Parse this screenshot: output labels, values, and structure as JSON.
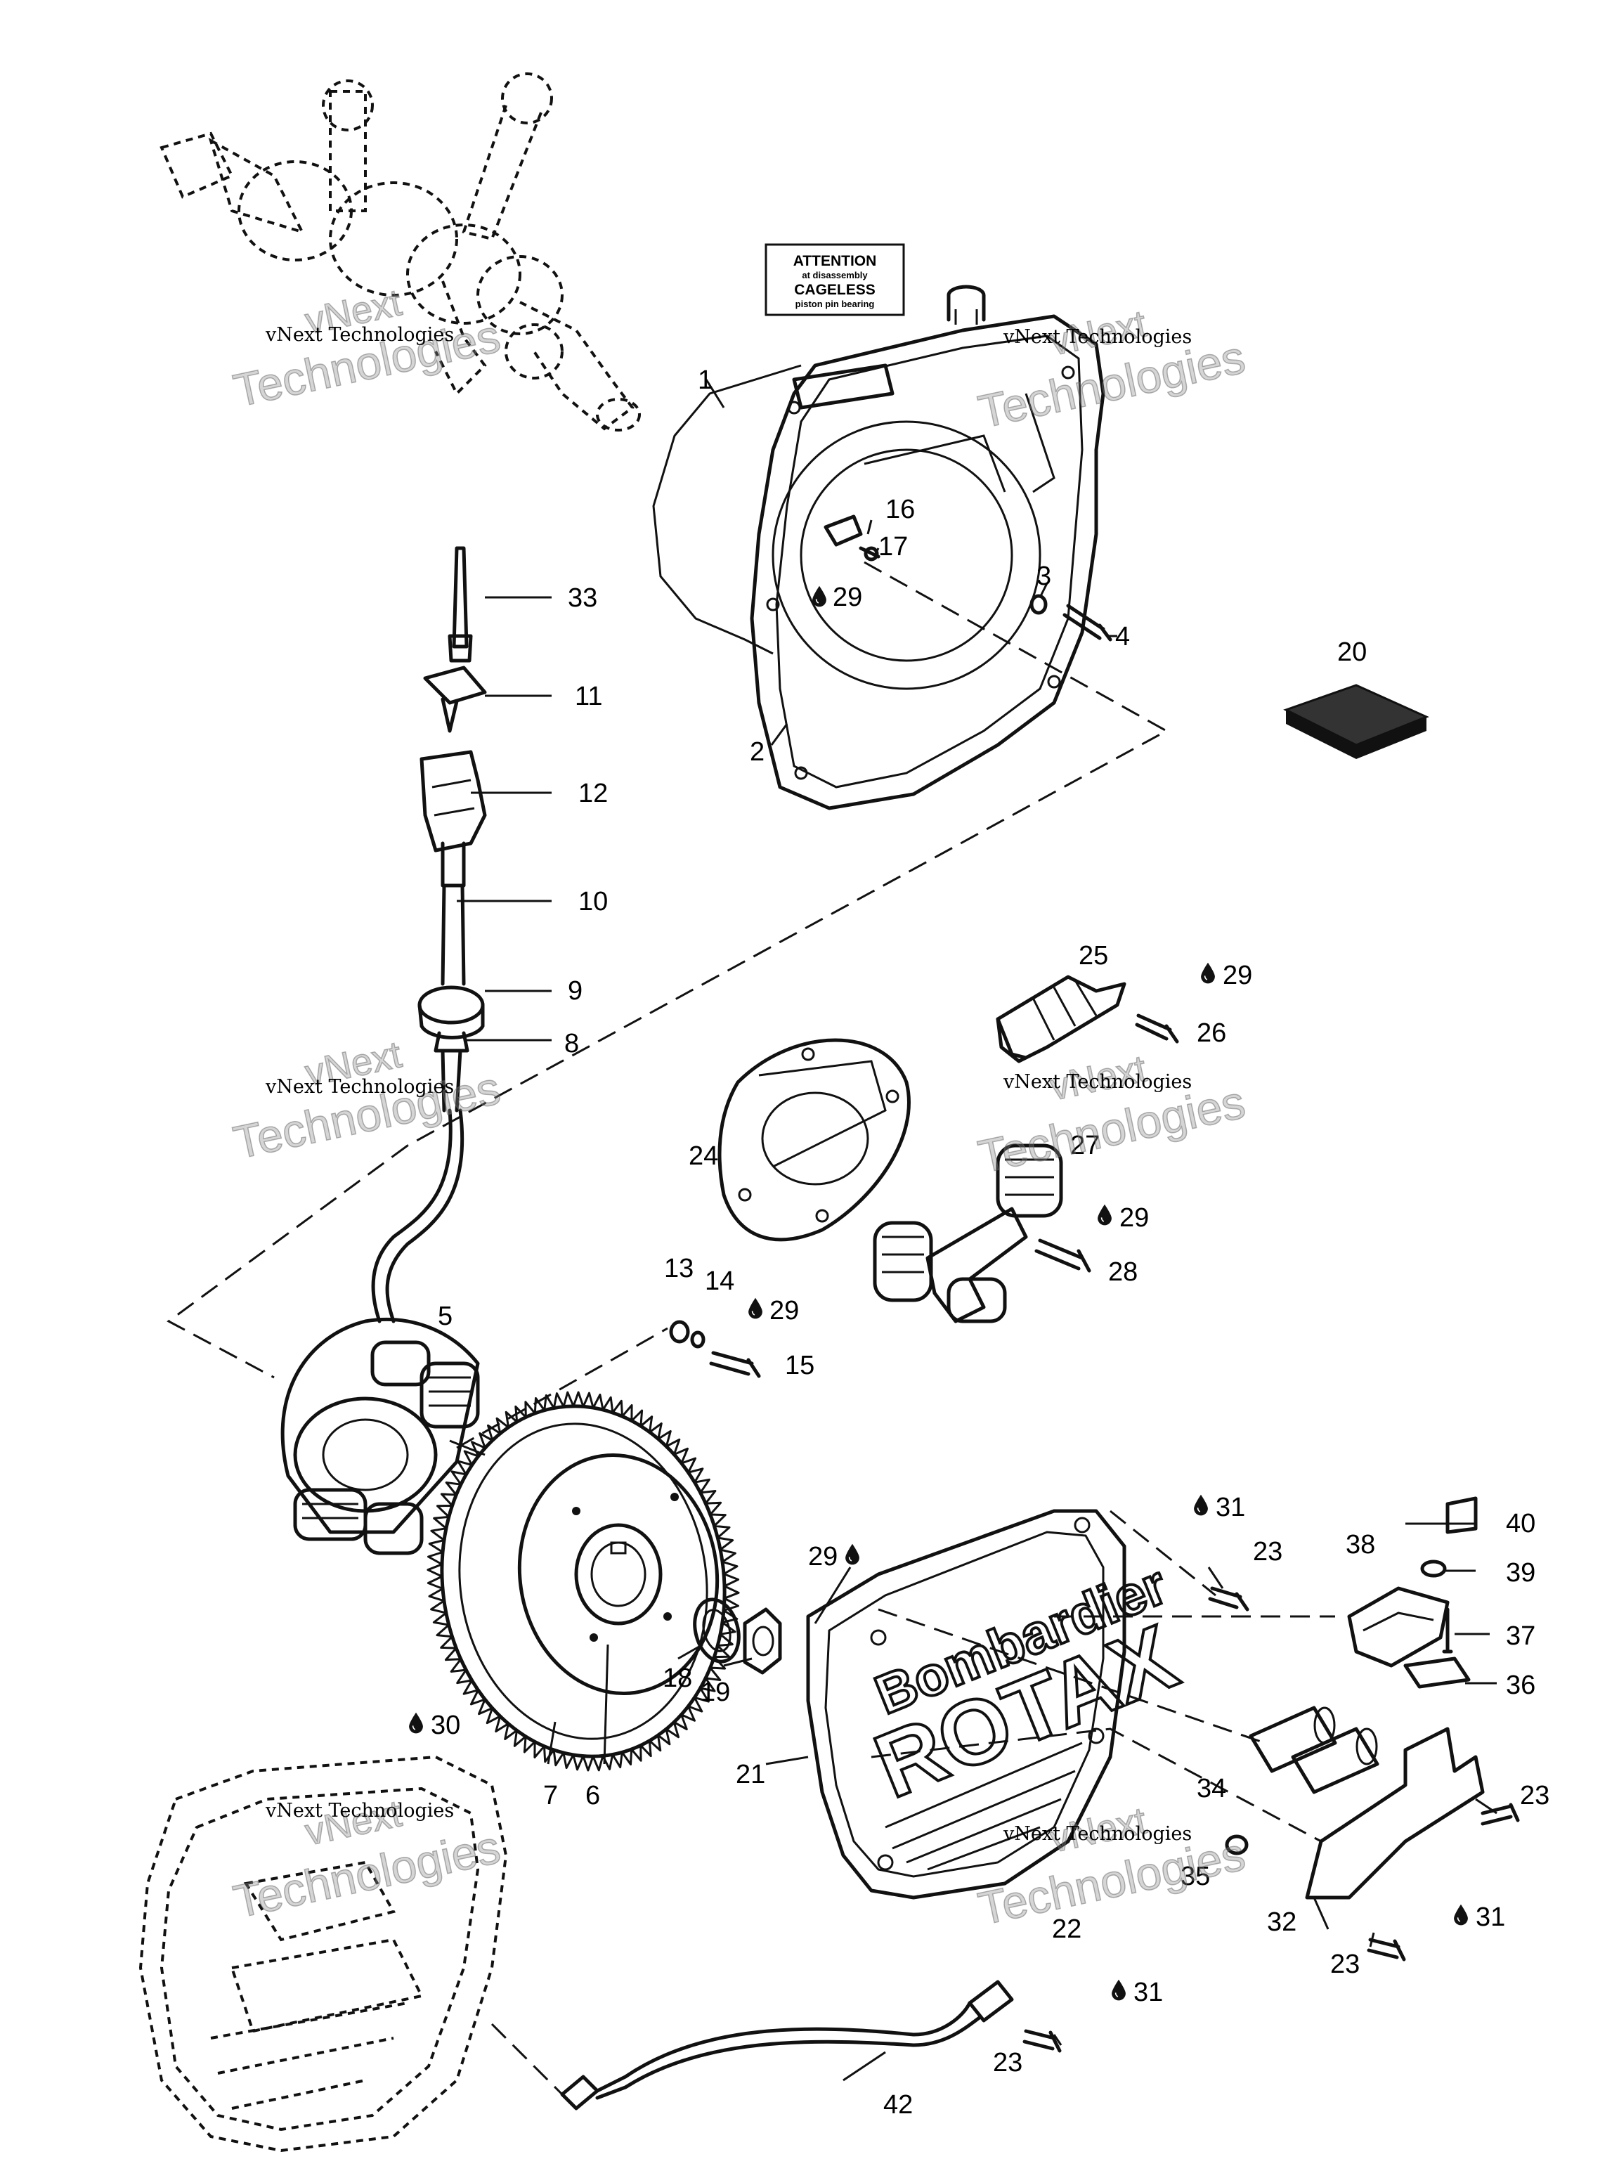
{
  "label_plate": {
    "line1": "ATTENTION",
    "line2": "at disassembly",
    "line3": "CAGELESS",
    "line4": "piston pin bearing"
  },
  "watermark": {
    "small": "vNext Technologies",
    "big_line1": "vNext",
    "big_line2": "Technologies"
  },
  "brand": {
    "word1": "Bombardier",
    "word2": "ROTAX"
  },
  "callouts": {
    "c1": "1",
    "c2": "2",
    "c3": "3",
    "c4": "4",
    "c5": "5",
    "c6": "6",
    "c7": "7",
    "c8": "8",
    "c9": "9",
    "c10": "10",
    "c11": "11",
    "c12": "12",
    "c13": "13",
    "c14": "14",
    "c15": "15",
    "c16": "16",
    "c17": "17",
    "c18": "18",
    "c19": "19",
    "c20": "20",
    "c21": "21",
    "c22": "22",
    "c23a": "23",
    "c23b": "23",
    "c23c": "23",
    "c23d": "23",
    "c24": "24",
    "c25": "25",
    "c26": "26",
    "c27": "27",
    "c28": "28",
    "c29a": "29",
    "c29b": "29",
    "c29c": "29",
    "c29d": "29",
    "c29e": "29",
    "c30": "30",
    "c31a": "31",
    "c31b": "31",
    "c31c": "31",
    "c32": "32",
    "c33": "33",
    "c34": "34",
    "c35": "35",
    "c36": "36",
    "c37": "37",
    "c38": "38",
    "c39": "39",
    "c40": "40",
    "c42": "42"
  },
  "colors": {
    "ink": "#111111",
    "background": "#ffffff",
    "watermark": "#888888"
  },
  "icons": {
    "drop": "oil-drop-icon"
  }
}
